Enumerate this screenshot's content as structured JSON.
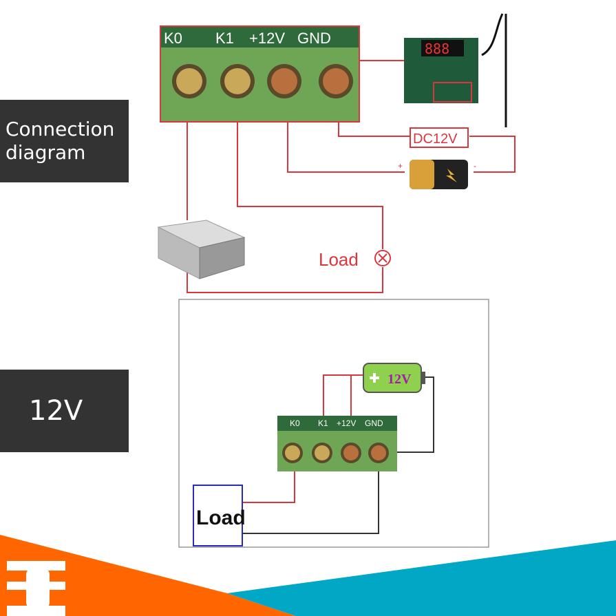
{
  "labels": {
    "connection_line1": "Connection",
    "connection_line2": "diagram",
    "voltage": "12V"
  },
  "top_diagram": {
    "terminals": [
      "K0",
      "K1",
      "+12V",
      "GND"
    ],
    "supply_label": "DC12V",
    "load_label": "Load",
    "battery_plus": "+",
    "battery_minus": "-",
    "module_display": "888"
  },
  "bottom_diagram": {
    "terminals": [
      "K0",
      "K1",
      "+12V",
      "GND"
    ],
    "battery_label": "12V",
    "load_label": "Load"
  },
  "colors": {
    "wire_red": "#d9363e",
    "terminal_green": "#6fa655",
    "label_bg": "#333333",
    "banner_orange": "#ff6600",
    "banner_teal": "#00a8c6",
    "load_border": "#2a2ab8"
  }
}
